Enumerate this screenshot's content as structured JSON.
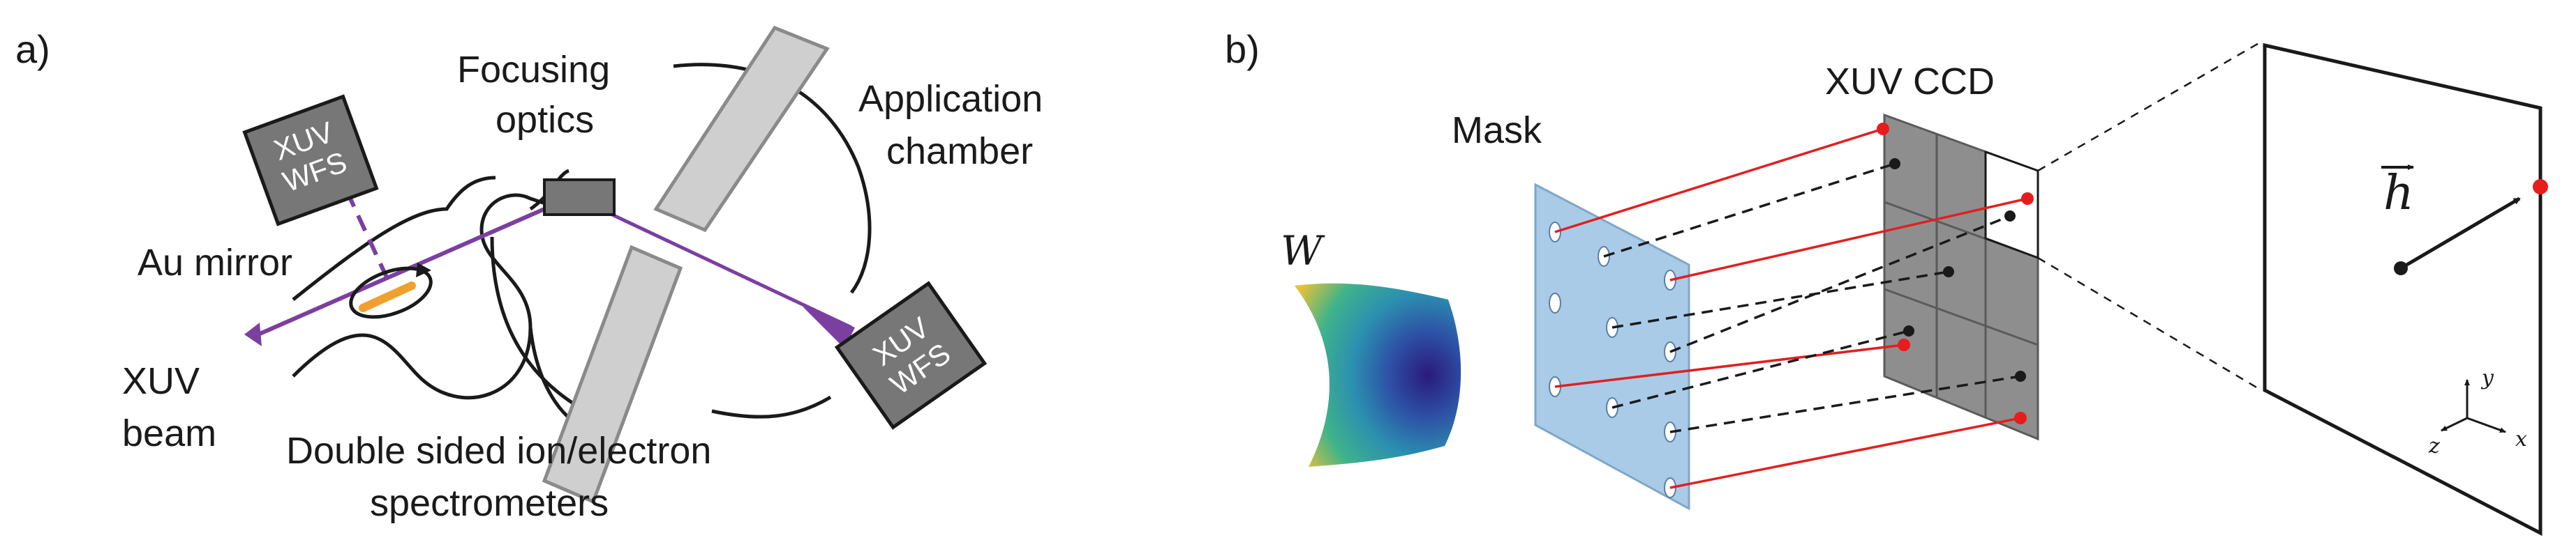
{
  "panel_a": {
    "panel_label": "a)",
    "focusing_optics": [
      "Focusing",
      "optics"
    ],
    "application_chamber": [
      "Application",
      "chamber"
    ],
    "wfs_top": [
      "XUV",
      "WFS"
    ],
    "wfs_right": [
      "XUV",
      "WFS"
    ],
    "au_mirror": "Au mirror",
    "xuv_beam": [
      "XUV",
      "beam"
    ],
    "spectrometers": [
      "Double sided ion/electron",
      "spectrometers"
    ]
  },
  "panel_b": {
    "panel_label": "b)",
    "mask": "Mask",
    "ccd": "XUV CCD",
    "wavefront_symbol": "W",
    "vector_symbol": "h",
    "axes": {
      "x": "x",
      "y": "y",
      "z": "z"
    }
  },
  "colors": {
    "beam": "#7b3fa0",
    "mirror": "#f0a030",
    "wfs_fill": "#777777",
    "slab_fill": "#cfcfcf",
    "mask_fill": "#a9cbe8",
    "ccd_fill": "#8e8e8e",
    "ray_red": "#e02020",
    "dot_red": "#e81c1c"
  }
}
